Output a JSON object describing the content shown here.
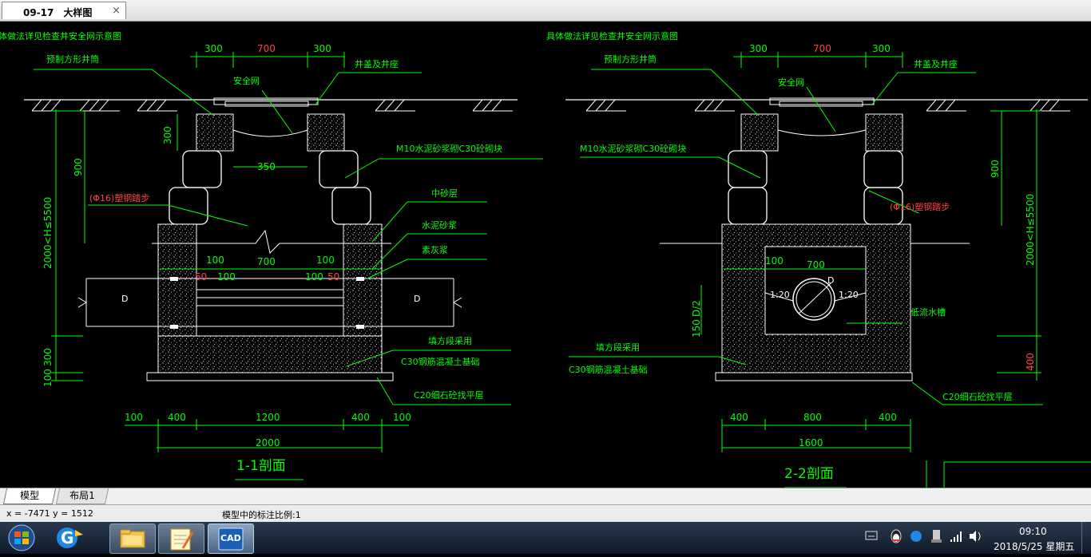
{
  "tab": {
    "title": "09-17　大样图",
    "close": "×"
  },
  "layout_tabs": {
    "model": "模型",
    "layout1": "布局1"
  },
  "status": {
    "coords": "x = -7471 y = 1512",
    "scale_note": "模型中的标注比例:1"
  },
  "clock": {
    "time": "09:10",
    "date": "2018/5/25 星期五"
  },
  "cad_icon_text": "CAD",
  "drawing": {
    "left": {
      "note": "体做法详见检查井安全网示意图",
      "precast_shaft": "预制方形井筒",
      "cover_seat": "井盖及井座",
      "safety_net": "安全网",
      "mortar_block": "M10水泥砂浆砌C30砼砌块",
      "step": "(Φ16)塑钢踏步",
      "medium_sand": "中砂层",
      "cement_mortar": "水泥砂浆",
      "plain_slurry": "素灰浆",
      "fill1": "填方段采用",
      "fill2": "C30钢筋混凝土基础",
      "cushion": "C20细石砼找平层",
      "section_title": "1-1剖面",
      "pipe_d": "D",
      "dims": {
        "d300a": "300",
        "d700top": "700",
        "d300b": "300",
        "d300side": "300",
        "d900": "900",
        "d350": "350",
        "d100a": "100",
        "d700mid": "700",
        "d100b": "100",
        "d50a": "50",
        "d100c": "100",
        "d100d": "100",
        "d50b": "50",
        "h_range": "2000<H≤5500",
        "d300base": "300",
        "d100base": "100",
        "b100a": "100",
        "b400a": "400",
        "b1200": "1200",
        "b400b": "400",
        "b100b": "100",
        "b2000": "2000"
      }
    },
    "right": {
      "note": "具体做法详见检查井安全网示意图",
      "precast_shaft": "预制方形井筒",
      "cover_seat": "井盖及井座",
      "safety_net": "安全网",
      "mortar_block": "M10水泥砂浆砌C30砼砌块",
      "step": "(Φ16)塑钢踏步",
      "flow_channel": "低流水槽",
      "fill1": "填方段采用",
      "fill2": "C30钢筋混凝土基础",
      "cushion": "C20细石砼找平层",
      "section_title": "2-2剖面",
      "pipe_d": "D",
      "slope_l": "1:20",
      "slope_r": "1:20",
      "dims": {
        "d300a": "300",
        "d700top": "700",
        "d300b": "300",
        "d900": "900",
        "h_range": "2000<H≤5500",
        "d400": "400",
        "d100": "100",
        "d700mid": "700",
        "d150": "150",
        "dd2": "D/2",
        "b400a": "400",
        "b800": "800",
        "b400b": "400",
        "b1600": "1600"
      }
    }
  }
}
